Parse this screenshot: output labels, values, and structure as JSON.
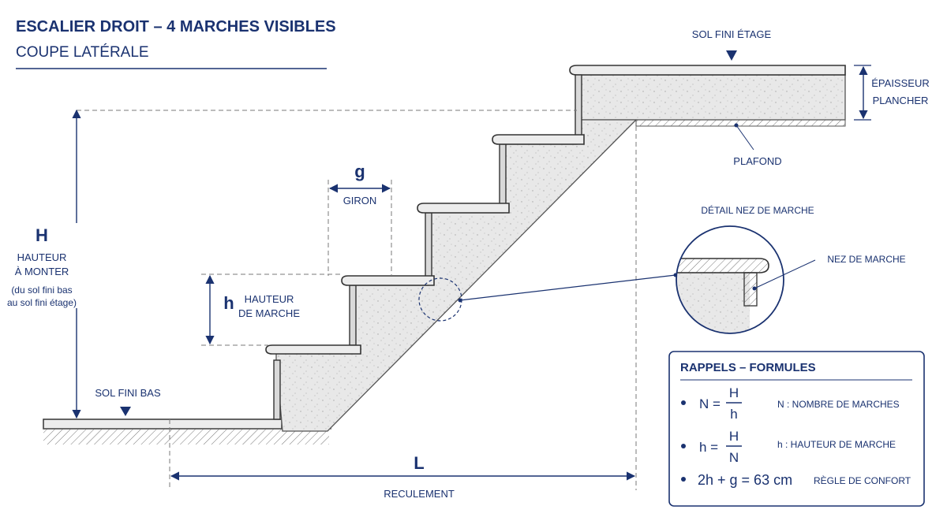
{
  "header": {
    "title": "ESCALIER DROIT – 4 MARCHES VISIBLES",
    "subtitle": "COUPE LATÉRALE"
  },
  "labels": {
    "sol_fini_etage": "SOL FINI ÉTAGE",
    "epaisseur_line1": "ÉPAISSEUR",
    "epaisseur_line2": "PLANCHER",
    "plafond": "PLAFOND",
    "g_symbol": "g",
    "giron": "GIRON",
    "H_symbol": "H",
    "hauteur_line1": "HAUTEUR",
    "hauteur_line2": "À MONTER",
    "hauteur_note1": "(du sol fini bas",
    "hauteur_note2": "au sol fini étage)",
    "h_symbol": "h",
    "hauteur_marche1": "HAUTEUR",
    "hauteur_marche2": "DE MARCHE",
    "sol_fini_bas": "SOL FINI BAS",
    "L_symbol": "L",
    "reculement": "RECULEMENT",
    "detail_nez": "DÉTAIL NEZ DE MARCHE",
    "nez_de_marche": "NEZ DE MARCHE"
  },
  "formulas": {
    "title": "RAPPELS – FORMULES",
    "items": [
      {
        "lhs": "N =",
        "num": "H",
        "den": "h",
        "desc": "N : NOMBRE DE MARCHES"
      },
      {
        "lhs": "h =",
        "num": "H",
        "den": "N",
        "desc": "h : HAUTEUR DE MARCHE"
      }
    ],
    "comfort": {
      "expr": "2h + g = 63 cm",
      "desc": "RÈGLE DE CONFORT"
    }
  },
  "colors": {
    "accent": "#1a3270",
    "concrete": "#e7e7e7",
    "outline": "#333333"
  }
}
